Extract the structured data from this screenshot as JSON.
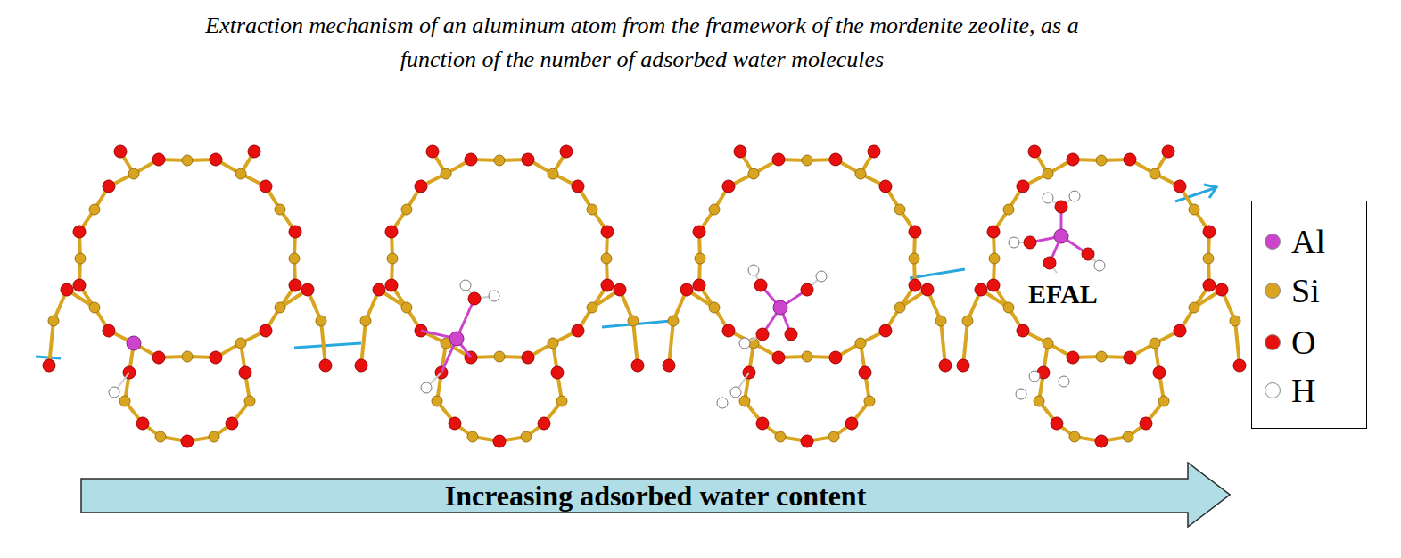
{
  "diagram": {
    "title": "Extraction mechanism of an aluminum atom from the framework of the mordenite zeolite, as a function of the number of adsorbed water molecules",
    "nodes": [
      {
        "text": [
          "Increasing adsorbed water content"
        ]
      }
    ],
    "labels": [
      "EFAL"
    ],
    "legend": [
      {
        "text": "Al",
        "color": "#cc44cc"
      },
      {
        "text": "Si",
        "color": "#d9a521"
      },
      {
        "text": "O",
        "color": "#e8100e"
      },
      {
        "text": "H",
        "color": "#ffffff"
      }
    ]
  }
}
